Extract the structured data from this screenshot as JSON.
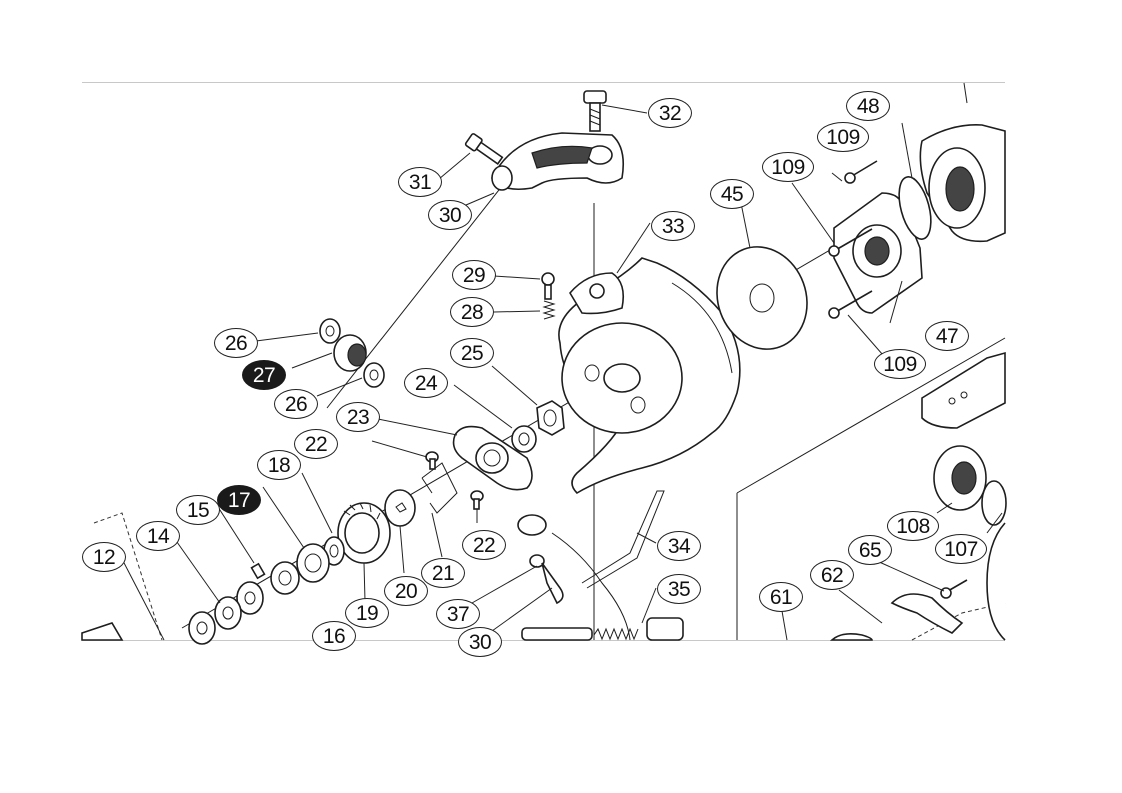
{
  "diagram": {
    "callouts": [
      "32",
      "31",
      "30",
      "109",
      "48",
      "109",
      "45",
      "33",
      "29",
      "28",
      "26",
      "27",
      "25",
      "26",
      "24",
      "23",
      "22",
      "18",
      "17",
      "15",
      "14",
      "12",
      "21",
      "20",
      "19",
      "16",
      "22",
      "37",
      "34",
      "35",
      "30",
      "47",
      "109",
      "108",
      "107",
      "65",
      "62",
      "61"
    ],
    "highlighted": [
      "27",
      "17"
    ]
  },
  "colors": {
    "outline": "#1e1e1e",
    "highlight": "#1a1a1a",
    "background": "#ffffff"
  }
}
